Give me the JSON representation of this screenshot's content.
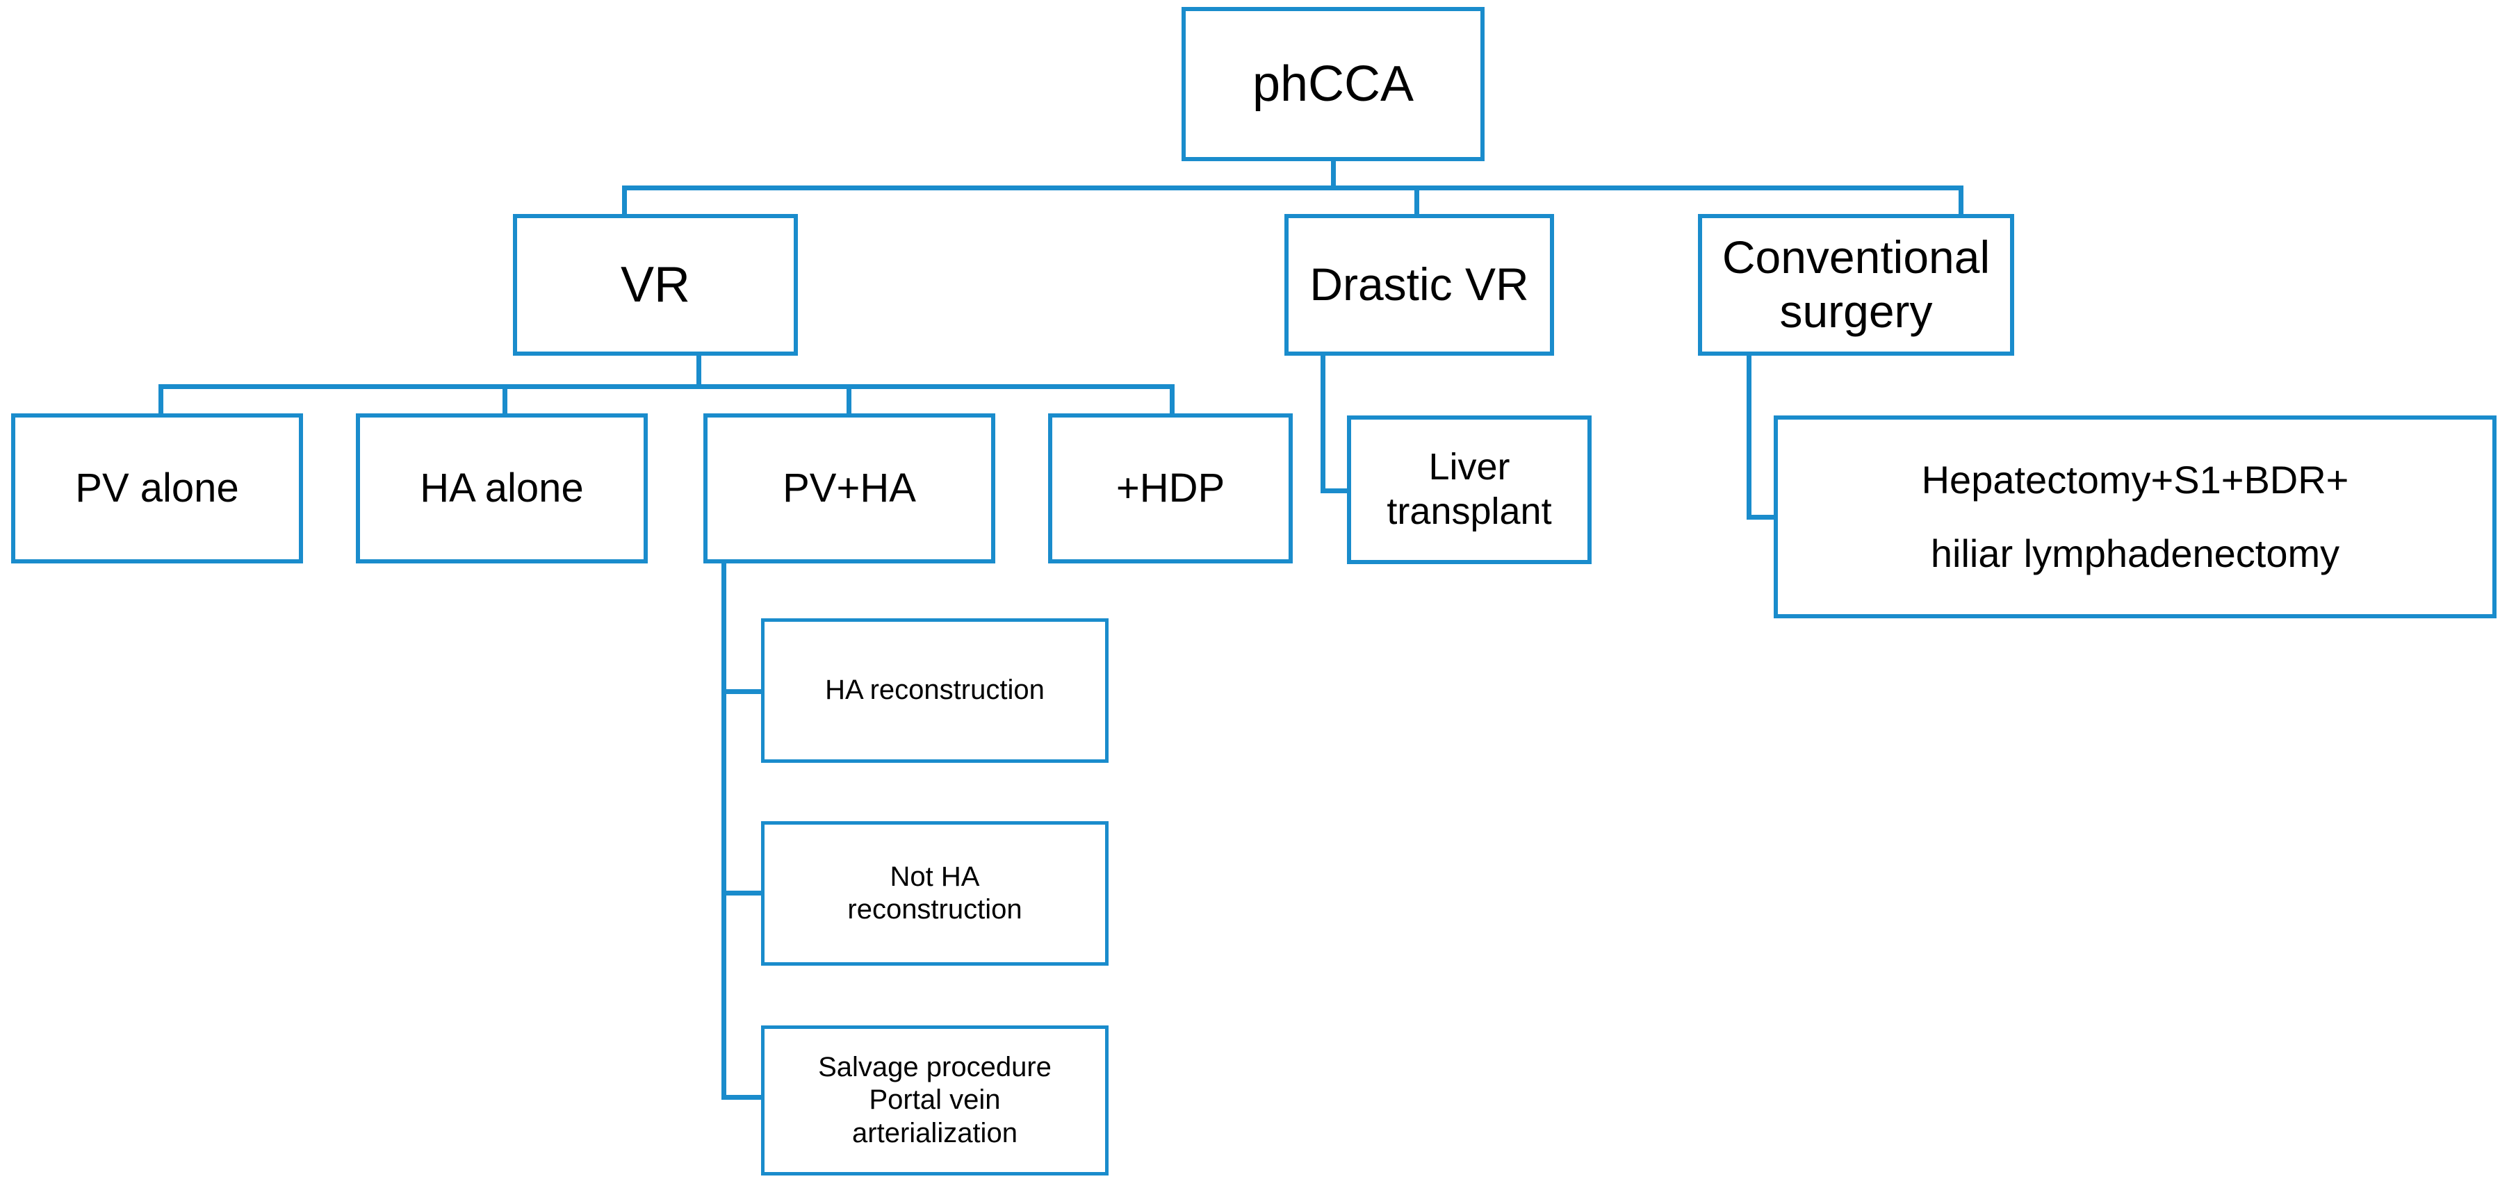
{
  "diagram": {
    "title": "phCCA surgical strategy flowchart",
    "accent_color": "#1a8ccc",
    "text_color": "#000000",
    "background_color": "#ffffff",
    "nodes": {
      "root": {
        "label": "phCCA"
      },
      "vr": {
        "label": "VR"
      },
      "drastic_vr": {
        "label": "Drastic VR"
      },
      "conventional_surgery": {
        "label": "Conventional\nsurgery"
      },
      "pv_alone": {
        "label": "PV alone"
      },
      "ha_alone": {
        "label": "HA alone"
      },
      "pv_ha": {
        "label": "PV+HA"
      },
      "hdp": {
        "label": "+HDP"
      },
      "liver_transplant": {
        "label": "Liver\ntransplant"
      },
      "hepatectomy": {
        "label": "Hepatectomy+S1+BDR+\nhiliar lymphadenectomy"
      },
      "ha_reconstruction": {
        "label": "HA reconstruction"
      },
      "not_ha_reconstruction": {
        "label": "Not HA\nreconstruction"
      },
      "salvage_procedure": {
        "label": "Salvage procedure\nPortal vein\narterialization"
      }
    },
    "edges": [
      {
        "from": "root",
        "to": "vr"
      },
      {
        "from": "root",
        "to": "drastic_vr"
      },
      {
        "from": "root",
        "to": "conventional_surgery"
      },
      {
        "from": "vr",
        "to": "pv_alone"
      },
      {
        "from": "vr",
        "to": "ha_alone"
      },
      {
        "from": "vr",
        "to": "pv_ha"
      },
      {
        "from": "vr",
        "to": "hdp"
      },
      {
        "from": "drastic_vr",
        "to": "liver_transplant"
      },
      {
        "from": "conventional_surgery",
        "to": "hepatectomy"
      },
      {
        "from": "pv_ha",
        "to": "ha_reconstruction"
      },
      {
        "from": "pv_ha",
        "to": "not_ha_reconstruction"
      },
      {
        "from": "pv_ha",
        "to": "salvage_procedure"
      }
    ]
  }
}
